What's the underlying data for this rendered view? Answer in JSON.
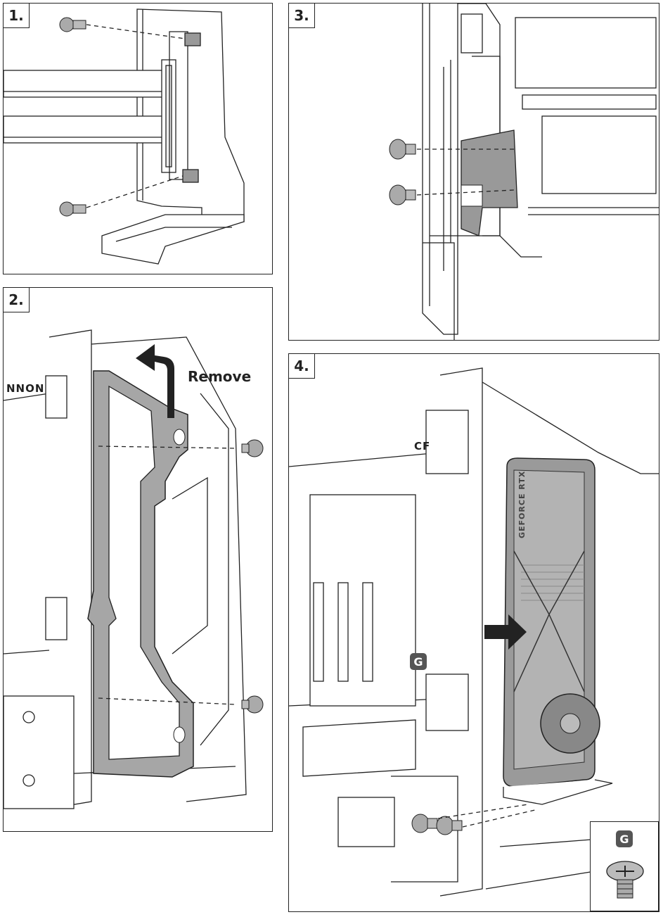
{
  "steps": [
    {
      "number": "1."
    },
    {
      "number": "2.",
      "action_label": "Remove",
      "case_brand": "NNON"
    },
    {
      "number": "3."
    },
    {
      "number": "4.",
      "case_brand": "CF",
      "gpu_brand": "GEFORCE RTX",
      "screw_badge": "G",
      "inset_badge": "G"
    }
  ],
  "colors": {
    "line": "#222222",
    "bracket_fill": "#a6a6a6",
    "gpu_fill": "#9a9a9a",
    "badge": "#555555"
  }
}
